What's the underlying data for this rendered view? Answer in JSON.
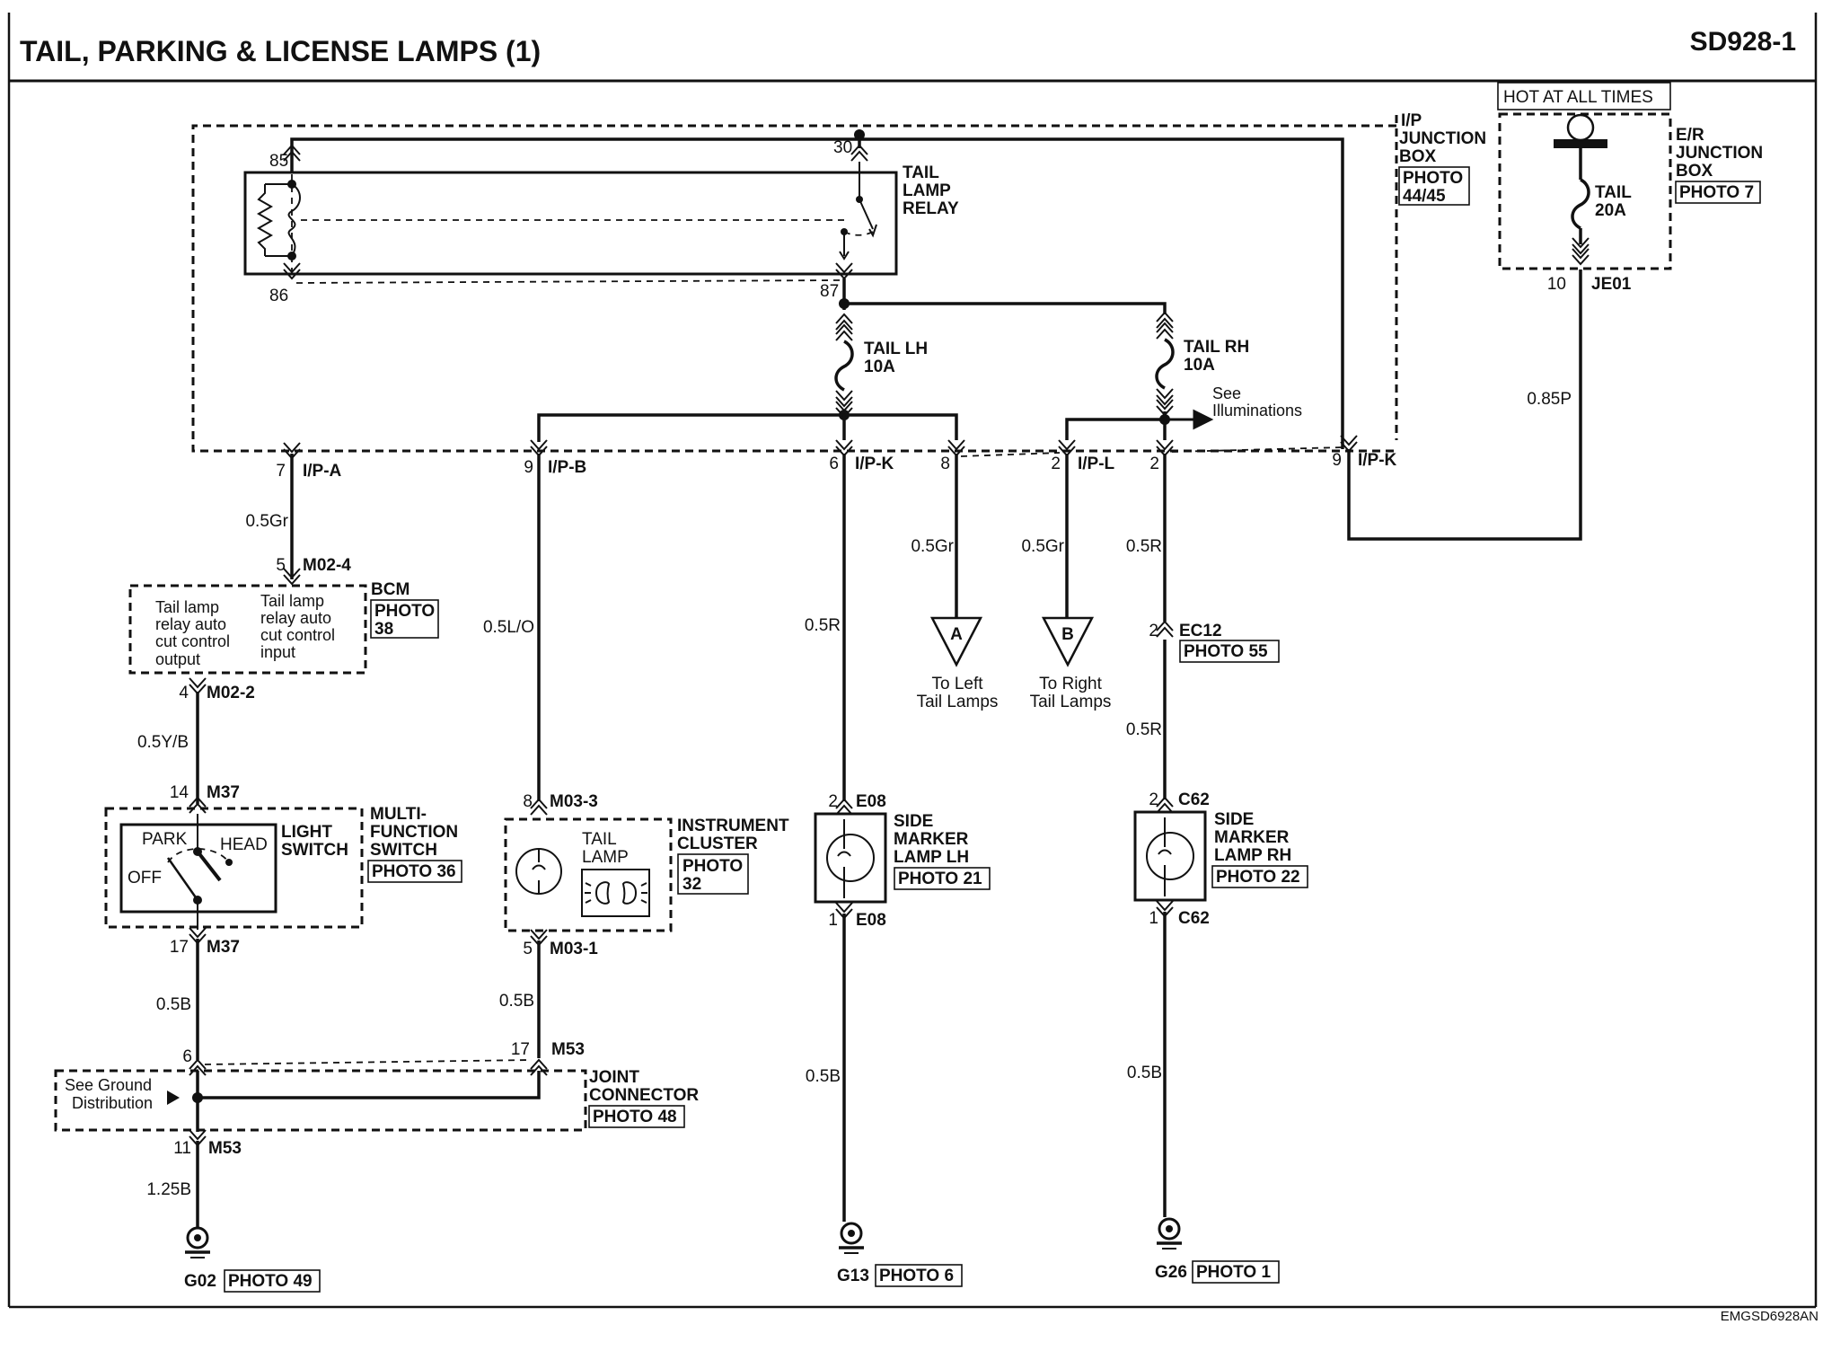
{
  "header": {
    "title": "TAIL, PARKING & LICENSE LAMPS (1)",
    "code": "SD928-1"
  },
  "footer": {
    "ref": "EMGSD6928AN"
  },
  "hot_at_all_times": "HOT AT ALL TIMES",
  "er_box": {
    "l1": "E/R",
    "l2": "JUNCTION",
    "l3": "BOX",
    "photo": "PHOTO 7"
  },
  "ip_box": {
    "l1": "I/P",
    "l2": "JUNCTION",
    "l3": "BOX",
    "photo1": "PHOTO",
    "photo2": "44/45"
  },
  "relay": {
    "l1": "TAIL",
    "l2": "LAMP",
    "l3": "RELAY",
    "p85": "85",
    "p86": "86",
    "p30": "30",
    "p87": "87"
  },
  "fuse_tail": {
    "name": "TAIL",
    "rating": "20A",
    "pin": "10",
    "conn": "JE01"
  },
  "fuse_lh": {
    "name": "TAIL LH",
    "rating": "10A"
  },
  "fuse_rh": {
    "name": "TAIL RH",
    "rating": "10A"
  },
  "see_illum": {
    "l1": "See",
    "l2": "Illuminations"
  },
  "wires": {
    "w085p": "0.85P",
    "w05gr_a": "0.5Gr",
    "w05lo": "0.5L/O",
    "w05r_k": "0.5R",
    "w05gr_8": "0.5Gr",
    "w05gr_l": "0.5Gr",
    "w05r_2": "0.5R",
    "w05r_c62": "0.5R",
    "w05yb": "0.5Y/B",
    "w05b_m37": "0.5B",
    "w05b_m03": "0.5B",
    "w05b_e08": "0.5B",
    "w05b_c62": "0.5B",
    "w125b": "1.25B"
  },
  "connectors": {
    "ipa": {
      "pin": "7",
      "name": "I/P-A"
    },
    "ipb": {
      "pin": "9",
      "name": "I/P-B"
    },
    "ipk": {
      "pin": "6",
      "name": "I/P-K"
    },
    "ipk8": {
      "pin": "8"
    },
    "ipl": {
      "pin": "2",
      "name": "I/P-L"
    },
    "ip2": {
      "pin": "2"
    },
    "ipk9": {
      "pin": "9",
      "name": "I/P-K"
    },
    "m024": {
      "pin": "5",
      "name": "M02-4"
    },
    "m022": {
      "pin": "4",
      "name": "M02-2"
    },
    "m37a": {
      "pin": "14",
      "name": "M37"
    },
    "m37b": {
      "pin": "17",
      "name": "M37"
    },
    "m033": {
      "pin": "8",
      "name": "M03-3"
    },
    "m031": {
      "pin": "5",
      "name": "M03-1"
    },
    "e08a": {
      "pin": "2",
      "name": "E08"
    },
    "e08b": {
      "pin": "1",
      "name": "E08"
    },
    "ec12": {
      "pin": "2",
      "name": "EC12",
      "photo": "PHOTO 55"
    },
    "c62a": {
      "pin": "2",
      "name": "C62"
    },
    "c62b": {
      "pin": "1",
      "name": "C62"
    },
    "m53a": {
      "pin": "6"
    },
    "m53b": {
      "pin": "17",
      "name": "M53"
    },
    "m53c": {
      "pin": "11",
      "name": "M53"
    }
  },
  "bcm": {
    "name": "BCM",
    "photo1": "PHOTO",
    "photo2": "38",
    "out1": "Tail lamp",
    "out2": "relay auto",
    "out3": "cut control",
    "out4": "output",
    "in1": "Tail lamp",
    "in2": "relay auto",
    "in3": "cut control",
    "in4": "input"
  },
  "light_switch": {
    "park": "PARK",
    "head": "HEAD",
    "off": "OFF",
    "l1": "LIGHT",
    "l2": "SWITCH",
    "mf1": "MULTI-",
    "mf2": "FUNCTION",
    "mf3": "SWITCH",
    "photo": "PHOTO 36"
  },
  "cluster": {
    "l1": "INSTRUMENT",
    "l2": "CLUSTER",
    "photo1": "PHOTO",
    "photo2": "32",
    "lamp1": "TAIL",
    "lamp2": "LAMP"
  },
  "side_lh": {
    "l1": "SIDE",
    "l2": "MARKER",
    "l3": "LAMP LH",
    "photo": "PHOTO 21"
  },
  "side_rh": {
    "l1": "SIDE",
    "l2": "MARKER",
    "l3": "LAMP RH",
    "photo": "PHOTO 22"
  },
  "ref_a": {
    "letter": "A",
    "l1": "To Left",
    "l2": "Tail Lamps"
  },
  "ref_b": {
    "letter": "B",
    "l1": "To Right",
    "l2": "Tail Lamps"
  },
  "joint": {
    "l1": "JOINT",
    "l2": "CONNECTOR",
    "photo": "PHOTO 48",
    "see1": "See Ground",
    "see2": "Distribution"
  },
  "grounds": {
    "g02": {
      "name": "G02",
      "photo": "PHOTO 49"
    },
    "g13": {
      "name": "G13",
      "photo": "PHOTO 6"
    },
    "g26": {
      "name": "G26",
      "photo": "PHOTO 1"
    }
  }
}
